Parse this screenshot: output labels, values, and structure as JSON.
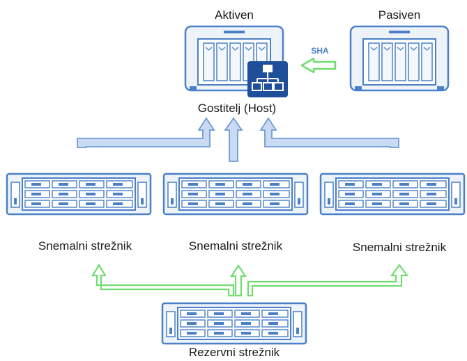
{
  "labels": {
    "active": "Aktiven",
    "passive": "Pasiven",
    "sha": "SHA",
    "host": "Gostitelj (Host)",
    "recorder_left": "Snemalni strežnik",
    "recorder_center": "Snemalni strežnik",
    "recorder_right": "Snemalni strežnik",
    "backup": "Rezervni strežnik"
  },
  "colors": {
    "device_outline": "#4a80c8",
    "device_fill": "#eef3fa",
    "host_badge": "#1f4e9a",
    "arrow_blue_fill": "#c9daf2",
    "arrow_blue_stroke": "#6f9bd6",
    "arrow_green_fill": "#ffffff",
    "arrow_green_stroke": "#6fdc6f"
  }
}
